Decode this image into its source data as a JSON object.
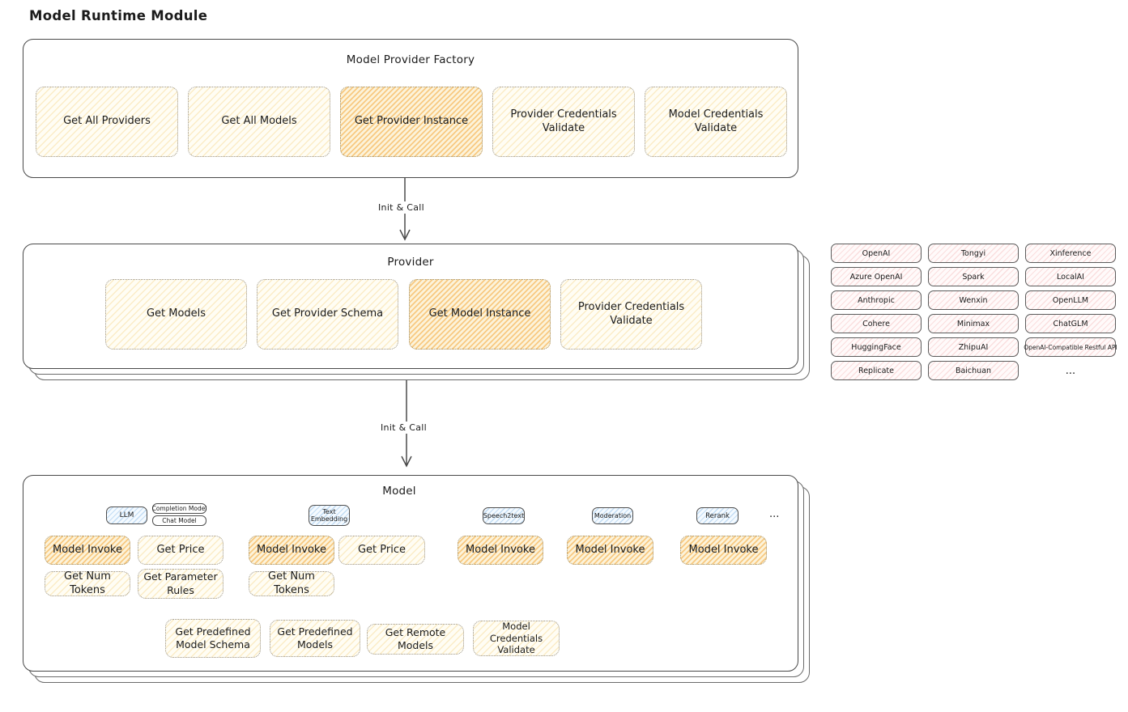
{
  "title": "Model Runtime Module",
  "arrow_label": "Init & Call",
  "factory": {
    "title": "Model Provider Factory",
    "items": [
      "Get All Providers",
      "Get All Models",
      "Get Provider Instance",
      "Provider Credentials Validate",
      "Model Credentials Validate"
    ]
  },
  "provider": {
    "title": "Provider",
    "items": [
      "Get Models",
      "Get Provider Schema",
      "Get Model Instance",
      "Provider Credentials Validate"
    ]
  },
  "provider_list": {
    "items": [
      "OpenAI",
      "Azure OpenAI",
      "Anthropic",
      "Cohere",
      "HuggingFace",
      "Replicate",
      "Tongyi",
      "Spark",
      "Wenxin",
      "Minimax",
      "ZhipuAI",
      "Baichuan",
      "Xinference",
      "LocalAI",
      "OpenLLM",
      "ChatGLM",
      "OpenAI-Compatible Restful API"
    ],
    "more": "..."
  },
  "model": {
    "title": "Model",
    "tags": {
      "llm": "LLM",
      "completion_model": "Completion Model",
      "chat_model": "Chat Model",
      "text_embedding": "Text Embedding",
      "speech2text": "Speech2text",
      "moderation": "Moderation",
      "rerank": "Rerank",
      "more": "..."
    },
    "ops": {
      "model_invoke": "Model Invoke",
      "get_price": "Get Price",
      "get_num_tokens": "Get Num Tokens",
      "get_parameter_rules": "Get Parameter Rules"
    },
    "shared_ops": [
      "Get Predefined Model Schema",
      "Get Predefined Models",
      "Get Remote Models",
      "Model Credentials Validate"
    ]
  },
  "colors": {
    "highlight_fill": "#f5a83a",
    "cream_fill": "#f3c969",
    "pink_fill": "#eb8c8c",
    "blue_fill": "#7db4e6",
    "outline": "#494949"
  }
}
